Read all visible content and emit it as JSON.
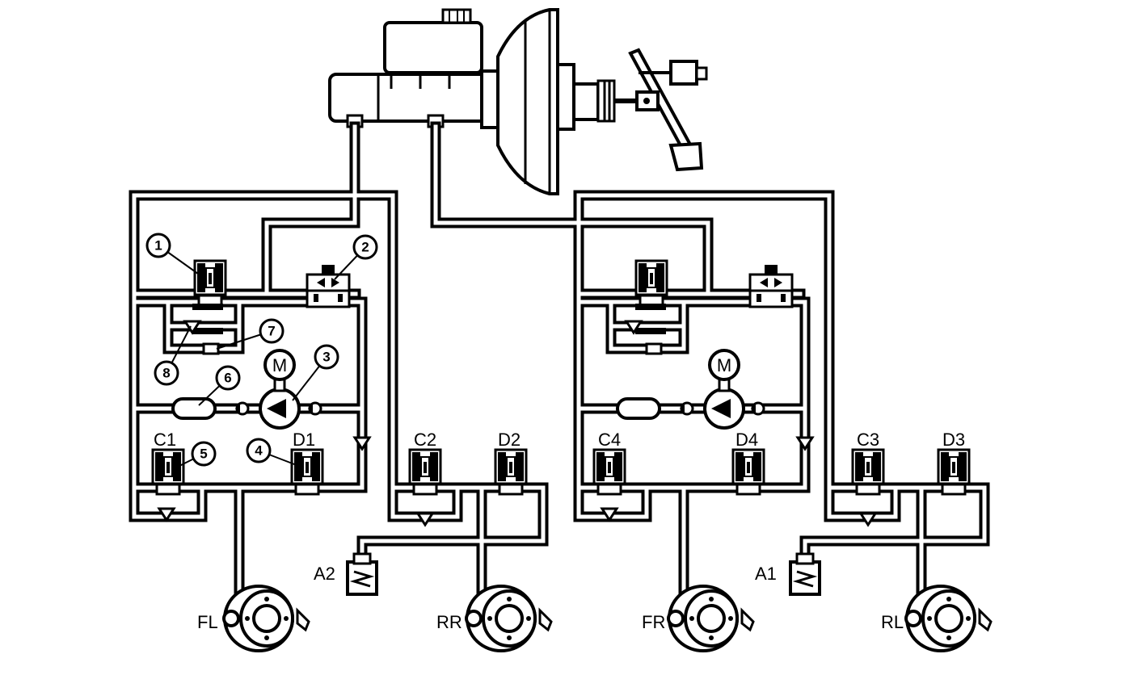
{
  "diagram": {
    "callouts": [
      "1",
      "2",
      "3",
      "5",
      "4",
      "6",
      "7",
      "8"
    ],
    "module_left": {
      "motor": "M",
      "valves": {
        "c1": "C1",
        "d1": "D1",
        "c2": "C2",
        "d2": "D2"
      },
      "accumulator": "A2"
    },
    "module_right": {
      "motor": "M",
      "valves": {
        "c4": "C4",
        "d4": "D4",
        "c3": "C3",
        "d3": "D3"
      },
      "accumulator": "A1"
    },
    "wheels": {
      "fl": "FL",
      "rr": "RR",
      "fr": "FR",
      "rl": "RL"
    }
  }
}
